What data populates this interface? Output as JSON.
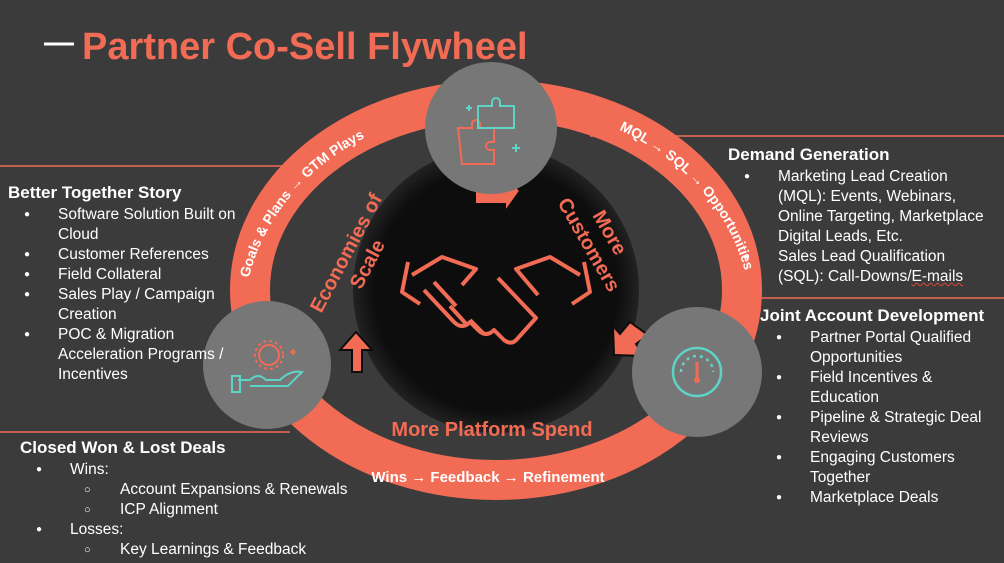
{
  "title": "Partner Co-Sell Flywheel",
  "title_dash": "—",
  "colors": {
    "accent": "#f26b55",
    "background": "#3b3b3b",
    "hub": "#0d0d0d",
    "node": "#777777",
    "icon": "#5fd4c6"
  },
  "ring": {
    "label_left": "Goals & Plans → GTM Plays",
    "label_right": "MQL → SQL → Opportunities",
    "label_bottom": "Wins → Feedback → Refinement"
  },
  "hub": {
    "left": [
      "Economies of",
      "Scale"
    ],
    "right": [
      "More",
      "Customers"
    ],
    "bottom": "More Platform Spend",
    "icon": "handshake-icon"
  },
  "nodes": {
    "top_icon": "puzzle-icon",
    "left_icon": "hand-coin-icon",
    "right_icon": "gauge-icon"
  },
  "better_together": {
    "heading": "Better Together Story",
    "items": [
      [
        "Software Solution Built on",
        "Cloud"
      ],
      [
        "Customer References"
      ],
      [
        "Field Collateral"
      ],
      [
        "Sales Play / Campaign",
        "Creation"
      ],
      [
        "POC & Migration",
        "Acceleration Programs /",
        "Incentives"
      ]
    ]
  },
  "demand": {
    "heading": "Demand Generation",
    "items": [
      [
        "Marketing Lead Creation",
        "(MQL): Events, Webinars,",
        "Online Targeting, Marketplace",
        "Digital Leads, Etc."
      ],
      [
        "Sales Lead Qualification",
        "(SQL): Call-Downs/",
        "E-mails"
      ]
    ]
  },
  "joint": {
    "heading": "Joint Account Development",
    "items": [
      [
        "Partner Portal Qualified",
        "Opportunities"
      ],
      [
        "Field Incentives &",
        "Education"
      ],
      [
        "Pipeline & Strategic Deal",
        "Reviews"
      ],
      [
        "Engaging Customers",
        "Together"
      ],
      [
        "Marketplace Deals"
      ]
    ]
  },
  "closed": {
    "heading": "Closed Won & Lost Deals",
    "wins": "Wins:",
    "win_items": [
      "Account Expansions & Renewals",
      "ICP Alignment"
    ],
    "losses": "Losses:",
    "loss_items": [
      "Key Learnings & Feedback"
    ]
  }
}
